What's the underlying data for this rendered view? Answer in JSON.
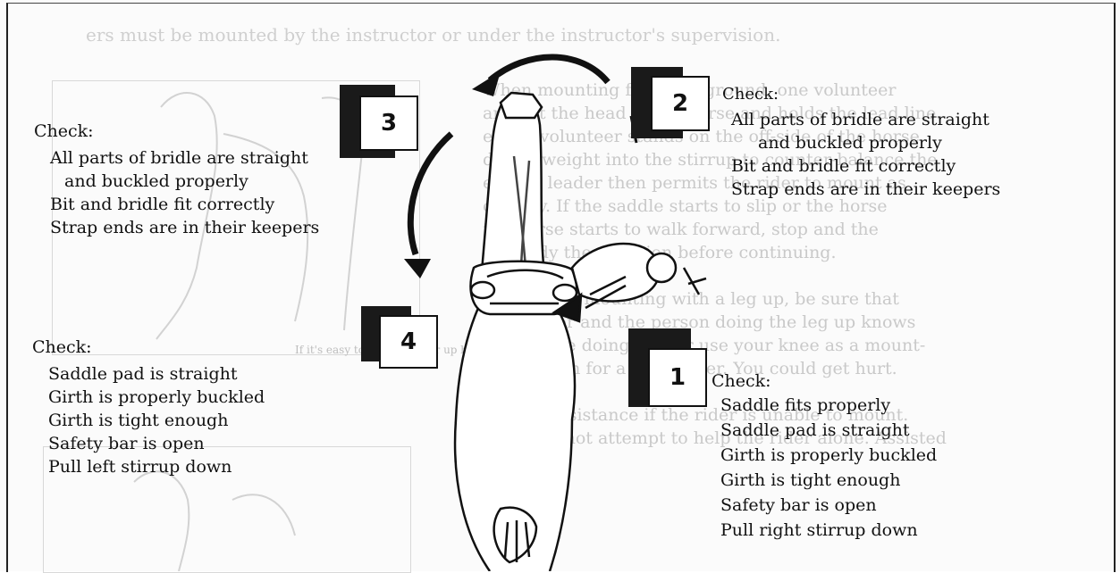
{
  "background_text": {
    "top": "ers must be mounted by the instructor or under the instructor's supervision.",
    "right_lines": [
      "When mounting from the ground, one volunteer",
      "ands at the head of the horse and holds the lead line.",
      "econd volunteer stands on the off-side of the horse",
      "d puts weight into the stirrup to counter-balance the",
      "er. The leader then permits the rider to mount as",
      "cessary. If the saddle starts to slip or the horse",
      "the horse starts to walk forward, stop and the",
      "l remedy the situation before continuing.",
      "",
      "If a rider is mounting with a leg up, be sure that",
      "h the rider and the person doing the leg up knows",
      "at they are doing. Never use your knee as a mount-",
      "block, even for a short rider. You could get hurt.",
      "",
      "Ask for assistance if the rider is unable to mount.",
      "eded. Do not attempt to help the rider alone. Assisted"
    ],
    "caption": "If it's easy to pull the rider up by the"
  },
  "steps": {
    "step1": {
      "number": "1",
      "heading": "Check:",
      "items": [
        "Saddle fits properly",
        "Saddle pad is straight",
        "Girth is properly buckled",
        "Girth is tight enough",
        "Safety bar is open",
        "Pull right stirrup down"
      ]
    },
    "step2": {
      "number": "2",
      "heading": "Check:",
      "items": [
        "All parts of bridle are straight",
        "and buckled properly",
        "Bit and bridle fit correctly",
        "Strap ends are in their keepers"
      ]
    },
    "step3": {
      "number": "3",
      "heading": "Check:",
      "items": [
        "All parts of bridle are straight",
        "and buckled properly",
        "Bit and bridle fit correctly",
        "Strap ends are in their keepers"
      ]
    },
    "step4": {
      "number": "4",
      "heading": "Check:",
      "items": [
        "Saddle pad is straight",
        "Girth is properly buckled",
        "Girth is tight enough",
        "Safety bar is open",
        "Pull left stirrup down"
      ]
    }
  }
}
